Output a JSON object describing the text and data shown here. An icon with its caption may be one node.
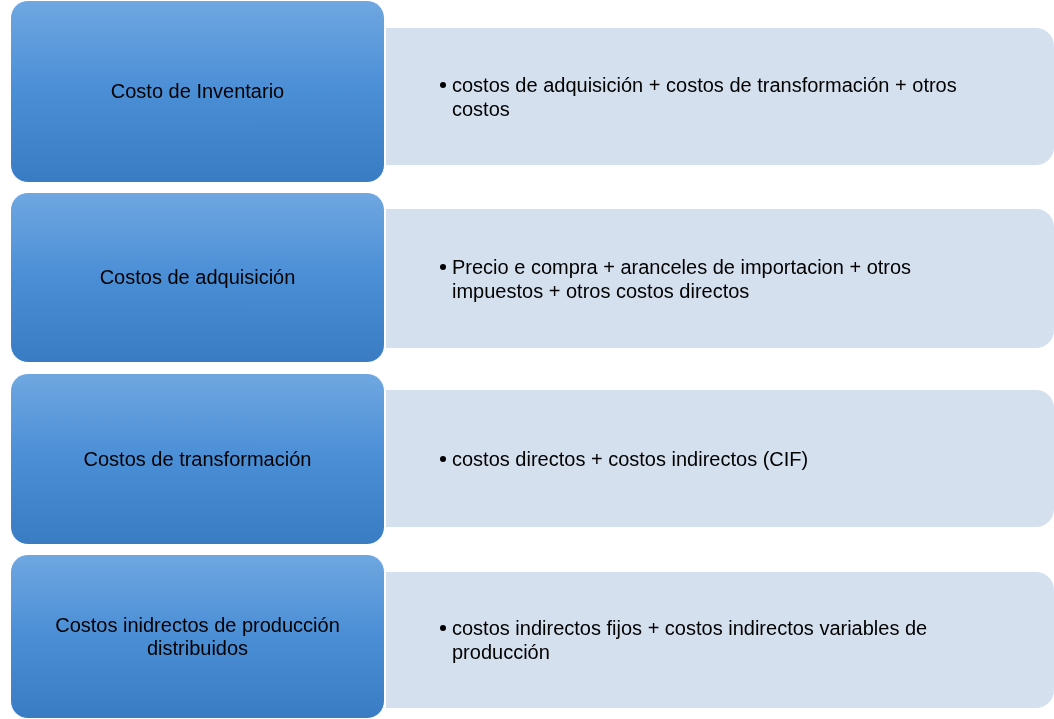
{
  "diagram": {
    "nodes": [
      {
        "text": [
          "Costo de Inventario"
        ]
      },
      {
        "text": [
          "costos de adquisición + costos de transformación + otros costos"
        ]
      },
      {
        "text": [
          "Costos de adquisición"
        ]
      },
      {
        "text": [
          "Precio e compra + aranceles de importacion + otros impuestos + otros costos directos"
        ]
      },
      {
        "text": [
          "Costos de transformación"
        ]
      },
      {
        "text": [
          "costos directos + costos indirectos (CIF)"
        ]
      },
      {
        "text": [
          "Costos inidrectos de producción distribuidos"
        ]
      },
      {
        "text": [
          "costos indirectos fijos + costos indirectos variables de producción"
        ]
      }
    ]
  }
}
